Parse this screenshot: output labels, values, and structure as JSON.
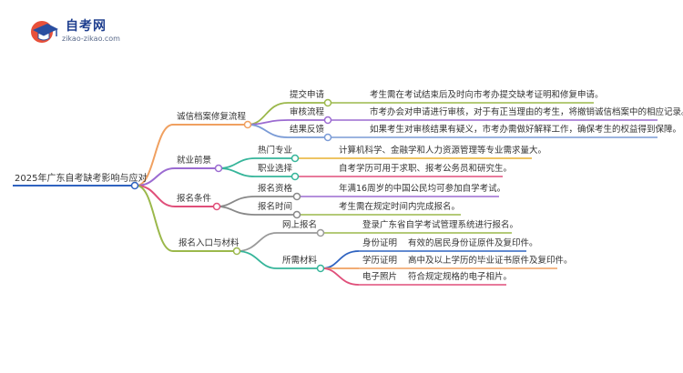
{
  "brand": {
    "name": "自考网",
    "domain": "zikao-zikao.com"
  },
  "mindmap": {
    "root": "2025年广东自考缺考影响与应对",
    "branches": [
      {
        "label": "诚信档案修复流程",
        "children": [
          {
            "label": "提交申请",
            "detail": "考生需在考试结束后及时向市考办提交缺考证明和修复申请。"
          },
          {
            "label": "审核流程",
            "detail": "市考办会对申请进行审核，对于有正当理由的考生，将撤销诚信档案中的相应记录。"
          },
          {
            "label": "结果反馈",
            "detail": "如果考生对审核结果有疑义，市考办需做好解释工作，确保考生的权益得到保障。"
          }
        ]
      },
      {
        "label": "就业前景",
        "children": [
          {
            "label": "热门专业",
            "detail": "计算机科学、金融学和人力资源管理等专业需求量大。"
          },
          {
            "label": "职业选择",
            "detail": "自考学历可用于求职、报考公务员和研究生。"
          }
        ]
      },
      {
        "label": "报名条件",
        "children": [
          {
            "label": "报名资格",
            "detail": "年满16周岁的中国公民均可参加自学考试。"
          },
          {
            "label": "报名时间",
            "detail": "考生需在规定时间内完成报名。"
          }
        ]
      },
      {
        "label": "报名入口与材料",
        "children": [
          {
            "label": "网上报名",
            "detail": "登录广东省自学考试管理系统进行报名。"
          },
          {
            "label": "所需材料",
            "detail": "",
            "children": [
              {
                "label": "身份证明",
                "detail": "有效的居民身份证原件及复印件。"
              },
              {
                "label": "学历证明",
                "detail": "高中及以上学历的毕业证书原件及复印件。"
              },
              {
                "label": "电子照片",
                "detail": "符合规定规格的电子相片。"
              }
            ]
          }
        ]
      }
    ]
  }
}
